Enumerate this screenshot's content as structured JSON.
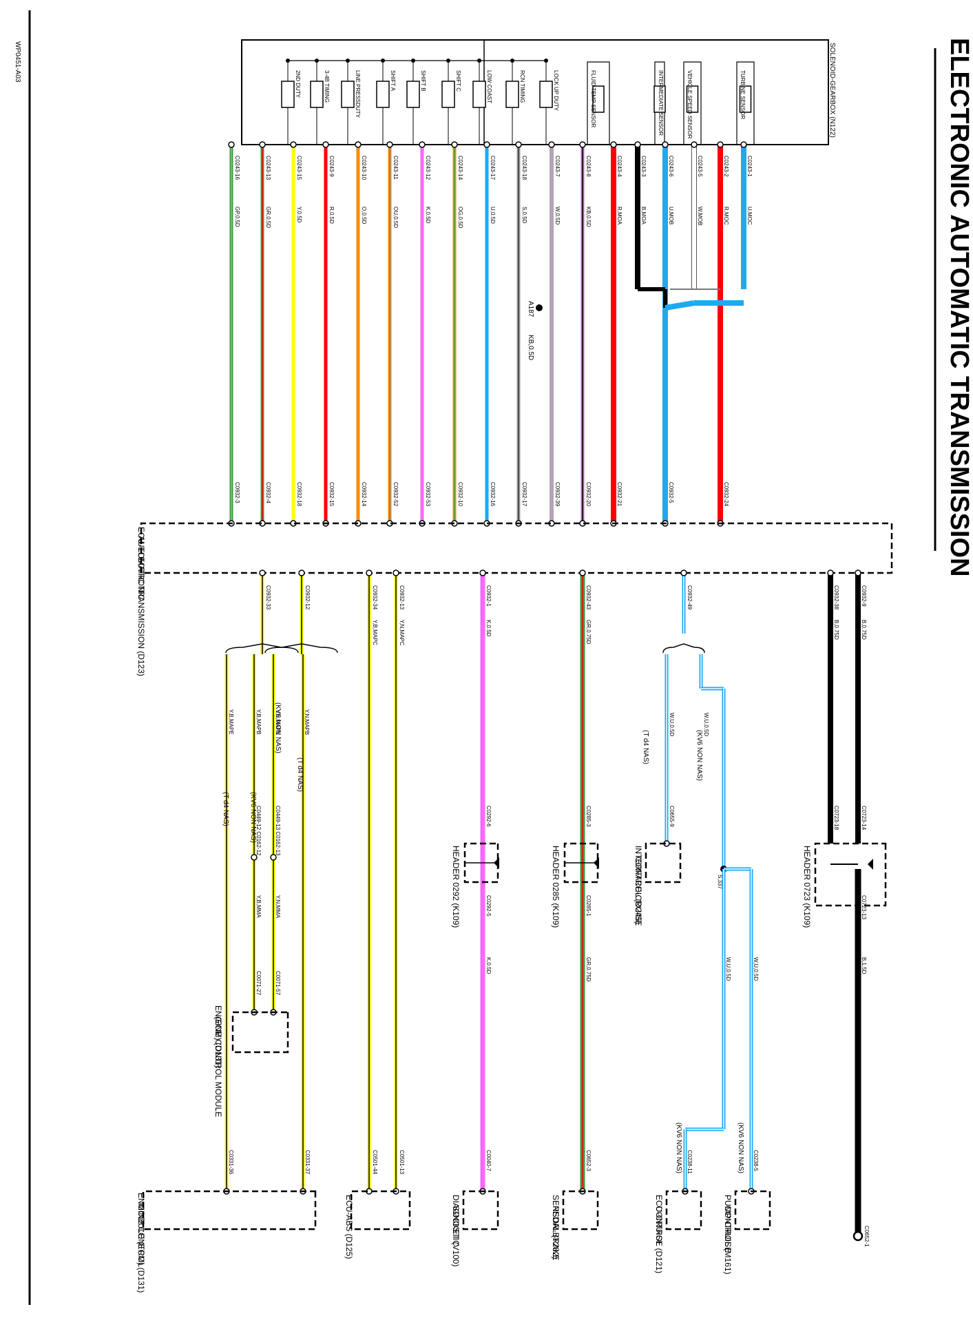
{
  "page": {
    "title": "ELECTRONIC AUTOMATIC TRANSMISSION",
    "ref_code": "WP0451-A03"
  },
  "gearbox": {
    "label": "SOLENOID-GEARBOX (N122)",
    "solenoids": [
      "2ND DUTY",
      "3-4B TIMING",
      "LINE PRESSDUTY",
      "SHIFT A",
      "SHIFT B",
      "SHIFT C",
      "LOW COAST",
      "RCN TIMING",
      "LOCK UP DUTY"
    ],
    "sensors": [
      "FLUID TEMP SENSOR",
      "INTERMEDIATE SENSOR",
      "VEHICLE SPEED SENSOR",
      "TURBINE SENSOR"
    ]
  },
  "ecu": {
    "label_line1": "ECU-ELECTRONIC",
    "label_line2": "AUTOMATIC TRANSMISSION (D123)"
  },
  "splice": {
    "label": "A187",
    "wire": "KB,0.5D"
  },
  "wires_top": [
    {
      "connector": "C0243-16",
      "code": "GP,0.5D",
      "ecu_pin": "C0932-3",
      "color": "#3a9e3a",
      "stripe": "#aaaaaa"
    },
    {
      "connector": "C0243-13",
      "code": "GR,0.5D",
      "ecu_pin": "C0932-4",
      "color": "#3a9e3a",
      "stripe": "#ff0000"
    },
    {
      "connector": "C0243-15",
      "code": "Y,0.5D",
      "ecu_pin": "C0932-18",
      "color": "#ffff00",
      "stripe": ""
    },
    {
      "connector": "C0243-9",
      "code": "R,0.5D",
      "ecu_pin": "C0932-15",
      "color": "#ff0000",
      "stripe": ""
    },
    {
      "connector": "C0243-10",
      "code": "O,0.5D",
      "ecu_pin": "C0932-14",
      "color": "#ff8c00",
      "stripe": ""
    },
    {
      "connector": "C0243-11",
      "code": "OU,0.5D",
      "ecu_pin": "C0932-52",
      "color": "#ff8c00",
      "stripe": "#1e90ff"
    },
    {
      "connector": "C0243-12",
      "code": "K,0.5D",
      "ecu_pin": "C0932-53",
      "color": "#ff66ff",
      "stripe": ""
    },
    {
      "connector": "C0243-14",
      "code": "OG,0.5D",
      "ecu_pin": "C0932-10",
      "color": "#ff8c00",
      "stripe": "#3a9e3a"
    },
    {
      "connector": "C0243-17",
      "code": "U,0.5D",
      "ecu_pin": "C0932-16",
      "color": "#1eaaf0",
      "stripe": ""
    },
    {
      "connector": "C0243-18",
      "code": "S,0.5D",
      "ecu_pin": "C0932-17",
      "color": "#a0a0a0",
      "stripe": "#333333"
    },
    {
      "connector": "C0243-7",
      "code": "W,0.5D",
      "ecu_pin": "C0932-39",
      "color": "#ffffff",
      "stripe": "#cc66cc"
    },
    {
      "connector": "C0243-8",
      "code": "KB,0.5D",
      "ecu_pin": "C0932-20",
      "color": "#cc66cc",
      "stripe": "#000000"
    },
    {
      "connector": "C0243-4",
      "code": "R,MOA",
      "ecu_pin": "C0932-21",
      "color": "#ff0000",
      "stripe": ""
    },
    {
      "connector": "C0243-3",
      "code": "B,MOA",
      "ecu_pin": "",
      "color": "#000000",
      "stripe": ""
    },
    {
      "connector": "C0243-6",
      "code": "U,MOB",
      "ecu_pin": "C0932-5",
      "color": "#1eaaf0",
      "stripe": ""
    },
    {
      "connector": "C0243-5",
      "code": "W,MOB",
      "ecu_pin": "",
      "color": "#ffffff",
      "stripe": ""
    },
    {
      "connector": "C0243-2",
      "code": "R,MOC",
      "ecu_pin": "C0932-24",
      "color": "#ff0000",
      "stripe": ""
    },
    {
      "connector": "C0243-1",
      "code": "U,MOC",
      "ecu_pin": "",
      "color": "#1eaaf0",
      "stripe": ""
    }
  ],
  "ecm": {
    "pin_a": "C0932-33",
    "pin_b": "C0932-12",
    "wire_a": "Y,B,MAPE",
    "wire_b": "Y,B,MAPB",
    "wire_c": "Y,N,MAPE",
    "wire_d": "Y,N,MAPB",
    "variant_t": "(T d4 NAS)",
    "variant_kv6": "(KV6 NON NAS)",
    "inline_1": "C0449-12 C0162-12",
    "inline_2": "C0449-13 C0162-13",
    "wire_e": "Y,B,MMA",
    "wire_f": "Y,N,MMA",
    "pin_c": "C0071-27",
    "pin_d": "C0071-57",
    "module_small_line1": "ENGINE CONTROL MODULE",
    "module_small_line2": "(ECM) (D131)",
    "end_pin_1": "C0331-36",
    "end_pin_2": "C0331-37",
    "module_big_line1": "ENGINE CONTROL",
    "module_big_line2": "MODULE (ECM) (D131)"
  },
  "abs": {
    "pin_a": "C0932-34",
    "pin_b": "C0932-13",
    "wire_a": "Y,B,MAPC",
    "wire_b": "Y,N,MAPC",
    "end_pin_1": "C0501-44",
    "end_pin_2": "C0501-13",
    "module": "ECU-ABS (D125)"
  },
  "diag": {
    "pin": "C0932-1",
    "wire": "K,0.5D",
    "header_pin_in": "C0292-6",
    "header_pin_out": "C0292-5",
    "header": "HEADER 0292 (K109)",
    "wire_out": "K,0.5D",
    "end_pin": "C0040-7",
    "module_line1": "DIAGNOSTIC",
    "module_line2": "SOCKET (V100)"
  },
  "brake": {
    "pin": "C0932-43",
    "wire": "GR,0.75D",
    "header_pin_in": "C0285-3",
    "header_pin_out": "C0285-1",
    "header": "HEADER 0285 (K109)",
    "wire_out": "GR,0.75D",
    "end_pin": "C0652-3",
    "module_line1": "SENSOR-BRAKE",
    "module_line2": "PEDAL (T282)"
  },
  "cruise": {
    "pin": "C0932-49",
    "wire_t": "W,U,0.5D",
    "wire_kv6": "W,U,0.5D",
    "variant_t": "(T d4 NAS)",
    "variant_kv6": "(KV6 NON NAS)",
    "icc_pin": "C0655-9",
    "icc_line1": "INTERFACE-CRUISE",
    "icc_line2": "CONTROL (D245)",
    "splice": "S,337",
    "wire_a": "W,U,0.5D",
    "wire_b": "W,U,0.5D",
    "end_pin_1": "C0238-11",
    "end_pin_2": "C0238-5",
    "ecu_cruise_line1": "ECU-CRUISE",
    "ecu_cruise_line2": "CONTROL (D121)",
    "pump_line1": "PUMP-CRUISE",
    "pump_line2": "CONTROL (M161)"
  },
  "ground": {
    "pin_a": "C0932-38",
    "pin_b": "C0932-9",
    "wire_a": "B,0.75D",
    "wire_b": "B,0.75D",
    "header_pin_a": "C0723-18",
    "header_pin_b": "C0723-14",
    "header": "HEADER 0723 (K109)",
    "header_pin_out": "C0723-13",
    "wire_out": "B,1.5D",
    "end_pin": "C0652-1"
  }
}
